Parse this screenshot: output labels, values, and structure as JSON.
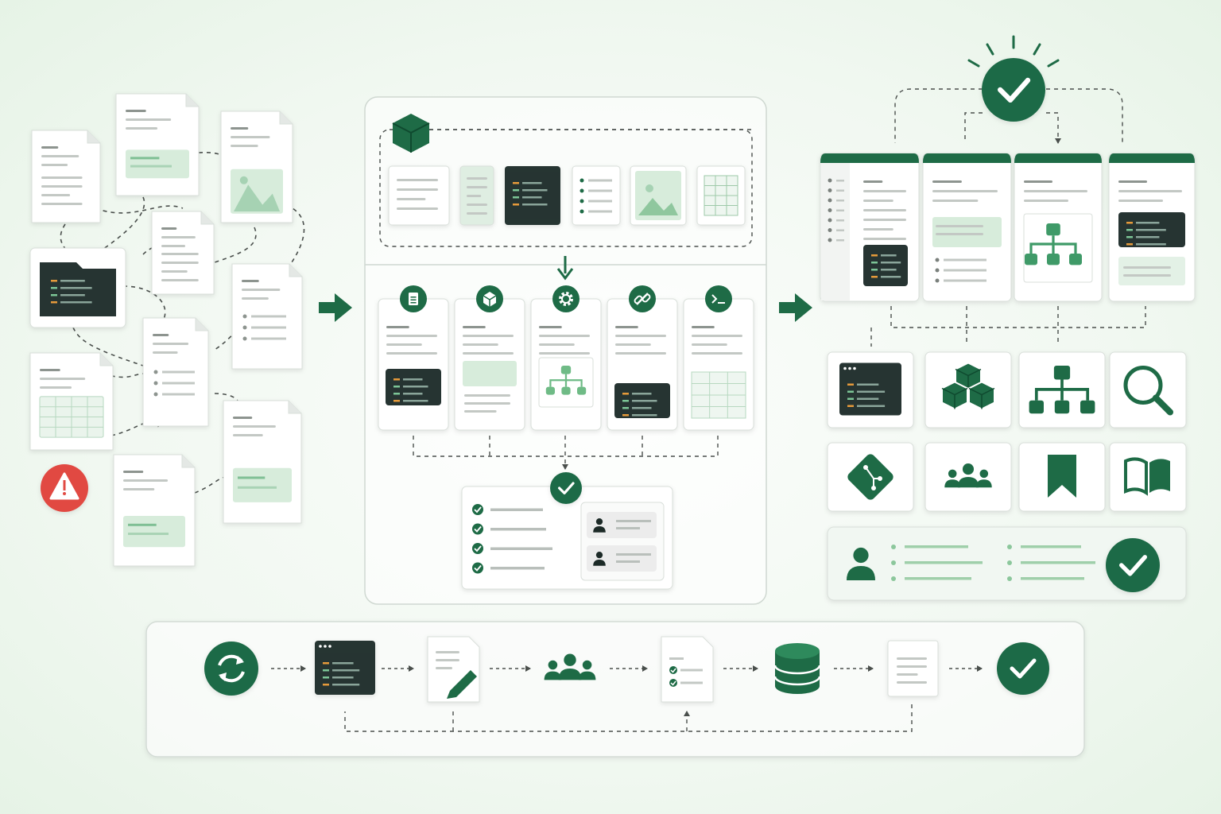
{
  "colors": {
    "accent": "#1e6b46",
    "accent_light": "#d7ecdb",
    "card_bg": "#ffffff",
    "card_border": "#d9dfda",
    "line_gray": "#c3c8c4",
    "code_bg": "#263432",
    "code_orange": "#e59a3b",
    "code_green": "#7cc596",
    "alert_red": "#e14a43",
    "dash": "#4a4f4c"
  },
  "stages": {
    "scattered_sources": {
      "items": [
        "doc",
        "doc-block",
        "doc-image",
        "doc",
        "code-folder",
        "doc-list",
        "doc-list",
        "doc-table",
        "doc-block",
        "doc-block"
      ],
      "alert_icon": "warning-icon"
    },
    "processing_hub": {
      "bundle_icon": "box-icon",
      "inputs": [
        "text-doc",
        "code-snippet",
        "terminal",
        "checklist",
        "image",
        "table"
      ],
      "steps": [
        "document-icon",
        "box-icon",
        "gear-icon",
        "link-icon",
        "terminal-icon"
      ],
      "review_panel": {
        "check_rows": 4,
        "reviewers": 2
      }
    },
    "published_output": {
      "pages": [
        "docs-page",
        "guide-page",
        "diagram-page",
        "api-page"
      ],
      "resources": [
        "code-window-icon",
        "cubes-icon",
        "hierarchy-icon",
        "search-icon",
        "git-icon",
        "team-icon",
        "bookmark-icon",
        "book-icon"
      ],
      "owner_icon": "user-icon"
    }
  },
  "lifecycle": {
    "steps": [
      "sync-icon",
      "code-window-icon",
      "edit-document-icon",
      "team-icon",
      "checklist-icon",
      "database-icon",
      "document-icon",
      "check-icon"
    ]
  }
}
